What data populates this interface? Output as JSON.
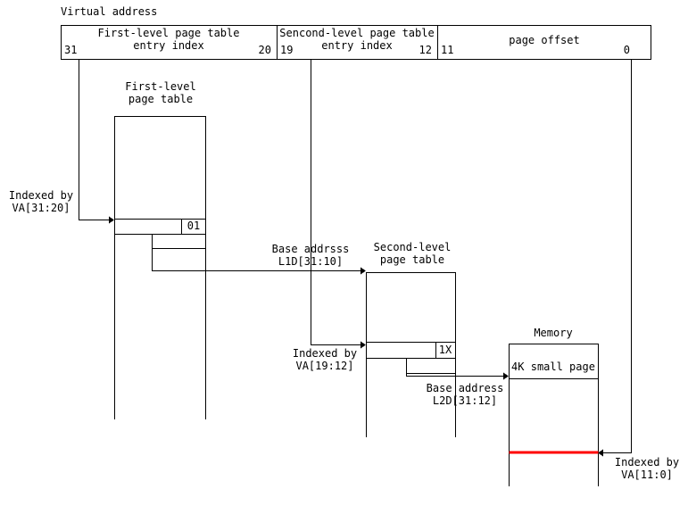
{
  "diagram": {
    "virtual_address_label": "Virtual address",
    "va_fields": {
      "l1_index": {
        "line1": "First-level page table",
        "line2": "entry index",
        "bit_high": "31",
        "bit_low": "20"
      },
      "l2_index": {
        "line1": "Sencond-level page table",
        "line2": "entry index",
        "bit_high": "19",
        "bit_low": "12"
      },
      "page_offset": {
        "label": "page offset",
        "bit_high": "11",
        "bit_low": "0"
      }
    },
    "l1_table": {
      "title_line1": "First-level",
      "title_line2": "page table",
      "entry_value": "01"
    },
    "l2_table": {
      "title_line1": "Second-level",
      "title_line2": "page table",
      "entry_value": "1X"
    },
    "memory": {
      "title": "Memory",
      "page_label": "4K small page"
    },
    "annotations": {
      "l1_indexed": {
        "line1": "Indexed by",
        "line2": "VA[31:20]"
      },
      "l1_base": {
        "line1": "Base addrsss",
        "line2": "L1D[31:10]"
      },
      "l2_indexed": {
        "line1": "Indexed by",
        "line2": "VA[19:12]"
      },
      "l2_base": {
        "line1": "Base address",
        "line2": "L2D[31:12]"
      },
      "offset_indexed": {
        "line1": "Indexed by",
        "line2": "VA[11:0]"
      }
    },
    "colors": {
      "line": "#000000",
      "highlight_line": "#ff0000",
      "text": "#000000",
      "background": "#ffffff"
    }
  }
}
